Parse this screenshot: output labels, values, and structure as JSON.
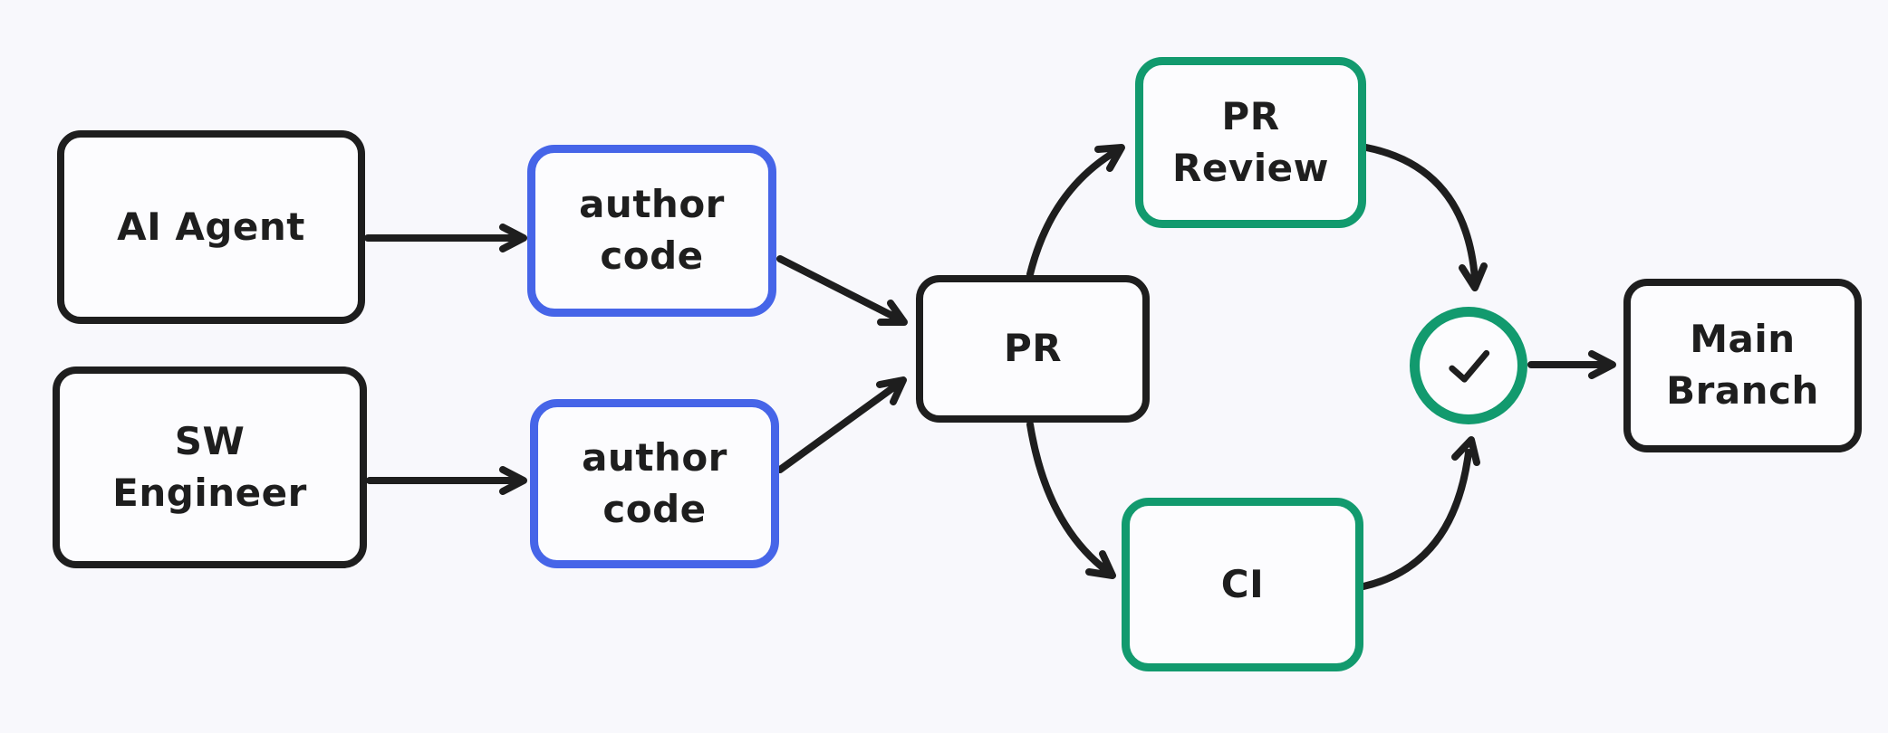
{
  "diagram": {
    "type": "flowchart",
    "style": "hand-drawn-whiteboard",
    "background_color": "#f8f8fc",
    "colors": {
      "stroke": "#1e1e1e",
      "blue_accent": "#4665e8",
      "green_accent": "#129a6e",
      "node_fill": "#fcfcfe"
    },
    "nodes": {
      "ai_agent": {
        "label": "AI Agent",
        "accent": "black"
      },
      "sw_engineer": {
        "label": "SW\nEngineer",
        "accent": "black"
      },
      "author_code_top": {
        "label": "author\ncode",
        "accent": "blue"
      },
      "author_code_bottom": {
        "label": "author\ncode",
        "accent": "blue"
      },
      "pr": {
        "label": "PR",
        "accent": "black"
      },
      "pr_review": {
        "label": "PR\nReview",
        "accent": "green"
      },
      "ci": {
        "label": "CI",
        "accent": "green"
      },
      "approval_check": {
        "icon": "checkmark",
        "accent": "green"
      },
      "main_branch": {
        "label": "Main\nBranch",
        "accent": "black"
      }
    },
    "edges": [
      {
        "from": "AI Agent",
        "to": "author code (top)"
      },
      {
        "from": "SW Engineer",
        "to": "author code (bottom)"
      },
      {
        "from": "author code (top)",
        "to": "PR"
      },
      {
        "from": "author code (bottom)",
        "to": "PR"
      },
      {
        "from": "PR",
        "to": "PR Review"
      },
      {
        "from": "PR",
        "to": "CI"
      },
      {
        "from": "PR Review",
        "to": "approval check"
      },
      {
        "from": "CI",
        "to": "approval check"
      },
      {
        "from": "approval check",
        "to": "Main Branch"
      }
    ]
  }
}
